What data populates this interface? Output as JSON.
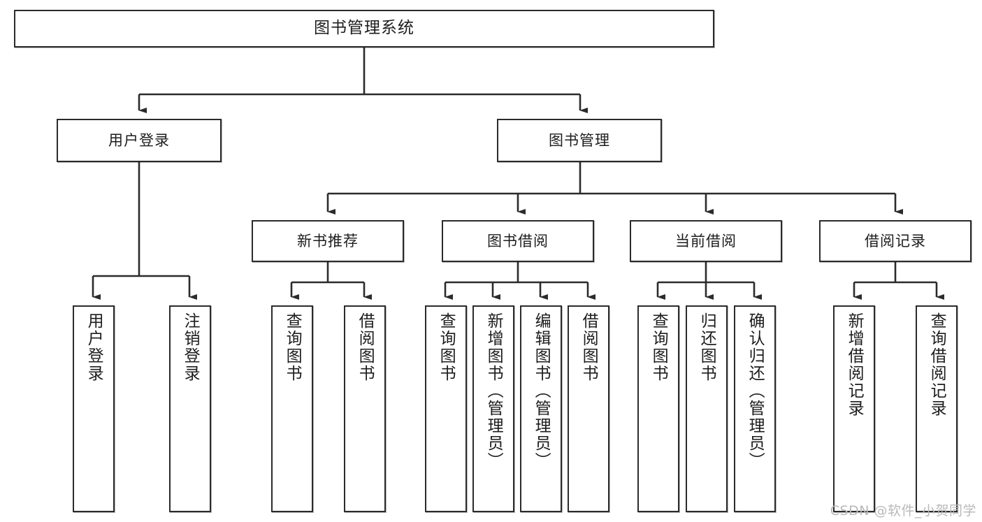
{
  "diagram": {
    "title": "图书管理系统",
    "type": "tree-hierarchy",
    "watermark": "CSDN @软件_小贺同学",
    "colors": {
      "stroke": "#2b2b2b",
      "fill": "#ffffff",
      "text": "#1d1d1d",
      "watermark": "#b9b9b9"
    },
    "nodes": {
      "root": {
        "label": "图书管理系统"
      },
      "level2": [
        {
          "id": "user-login",
          "label": "用户登录"
        },
        {
          "id": "book-manage",
          "label": "图书管理"
        }
      ],
      "level3": [
        {
          "id": "new-book-rec",
          "label": "新书推荐"
        },
        {
          "id": "book-borrow",
          "label": "图书借阅"
        },
        {
          "id": "current-borrow",
          "label": "当前借阅"
        },
        {
          "id": "borrow-record",
          "label": "借阅记录"
        }
      ],
      "leaves": {
        "user-login": [
          {
            "id": "leaf-user-login",
            "label": "用户登录"
          },
          {
            "id": "leaf-logout-login",
            "label": "注销登录"
          }
        ],
        "new-book-rec": [
          {
            "id": "leaf-query-book-1",
            "label": "查询图书"
          },
          {
            "id": "leaf-borrow-book-1",
            "label": "借阅图书"
          }
        ],
        "book-borrow": [
          {
            "id": "leaf-query-book-2",
            "label": "查询图书"
          },
          {
            "id": "leaf-add-book",
            "label": "新增图书（管理员）"
          },
          {
            "id": "leaf-edit-book",
            "label": "编辑图书（管理员）"
          },
          {
            "id": "leaf-borrow-book-2",
            "label": "借阅图书"
          }
        ],
        "current-borrow": [
          {
            "id": "leaf-query-book-3",
            "label": "查询图书"
          },
          {
            "id": "leaf-return-book",
            "label": "归还图书"
          },
          {
            "id": "leaf-confirm-return",
            "label": "确认归还（管理员）"
          }
        ],
        "borrow-record": [
          {
            "id": "leaf-add-record",
            "label": "新增借阅记录"
          },
          {
            "id": "leaf-query-record",
            "label": "查询借阅记录"
          }
        ]
      }
    }
  }
}
